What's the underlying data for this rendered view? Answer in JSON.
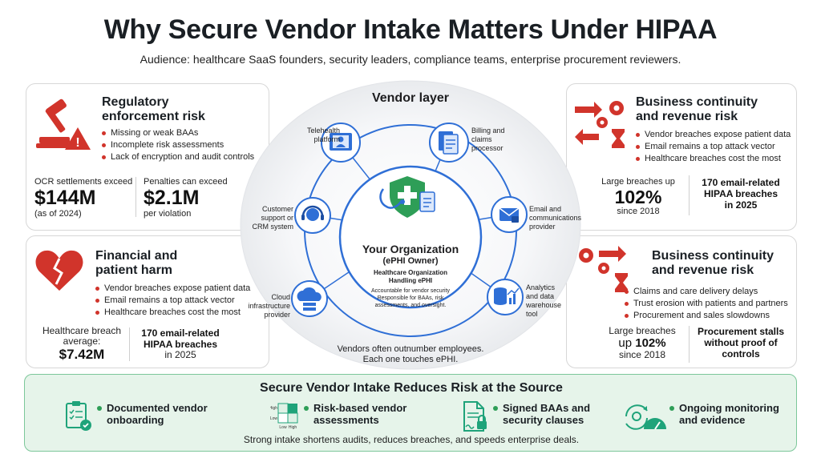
{
  "header": {
    "title": "Why Secure Vendor Intake Matters Under HIPAA",
    "subtitle": "Audience: healthcare SaaS founders, security leaders, compliance teams, enterprise procurement reviewers."
  },
  "regulatory": {
    "title_line1": "Regulatory",
    "title_line2": "enforcement risk",
    "bullets": [
      "Missing or weak BAAs",
      "Incomplete risk assessments",
      "Lack of encryption and audit controls"
    ],
    "stat1": {
      "label": "OCR settlements exceed",
      "value": "$144M",
      "note": "(as of 2024)"
    },
    "stat2": {
      "label": "Penalties can exceed",
      "value": "$2.1M",
      "note": "per violation"
    }
  },
  "financial": {
    "title_line1": "Financial and",
    "title_line2": "patient harm",
    "bullets": [
      "Vendor breaches expose patient data",
      "Email remains a top attack vector",
      "Healthcare breaches cost the most"
    ],
    "stat1": {
      "label_line1": "Healthcare breach",
      "label_line2": "average:",
      "value": "$7.42M"
    },
    "stat2": {
      "line1": "170 email-related",
      "line2": "HIPAA breaches",
      "line3": "in 2025"
    }
  },
  "business_top": {
    "title_line1": "Business continuity",
    "title_line2": "and revenue risk",
    "bullets": [
      "Vendor breaches expose patient data",
      "Email remains a top attack vector",
      "Healthcare breaches cost the most"
    ],
    "stat1": {
      "label": "Large breaches up",
      "value": "102%",
      "note": "since 2018"
    },
    "stat2": {
      "line1": "170 email-related",
      "line2": "HIPAA breaches",
      "line3": "in 2025"
    }
  },
  "business_bottom": {
    "title_line1": "Business continuity",
    "title_line2": "and revenue risk",
    "bullets": [
      "Claims and care delivery delays",
      "Trust erosion with patients and partners",
      "Procurement and sales slowdowns"
    ],
    "stat1": {
      "label": "Large breaches",
      "value_prefix": "up",
      "value": "102%",
      "note": "since 2018"
    },
    "stat2": {
      "line1": "Procurement stalls",
      "line2": "without proof of",
      "line3": "controls"
    }
  },
  "center": {
    "layer_title": "Vendor layer",
    "org_title": "Your Organization",
    "org_sub": "(ePHI Owner)",
    "org_line1": "Healthcare Organization",
    "org_line2": "Handling ePHI",
    "org_desc1": "Accountable for vendor security",
    "org_desc2": "Responsible for BAAs, risk",
    "org_desc3": "assessments, and oversight.",
    "footer_line1": "Vendors often outnumber employees.",
    "footer_line2": "Each one touches ePHI.",
    "vendors": [
      {
        "icon": "telehealth-icon",
        "line1": "Telehealth",
        "line2": "platform"
      },
      {
        "icon": "billing-icon",
        "line1": "Billing and",
        "line2": "claims",
        "line3": "processor"
      },
      {
        "icon": "email-icon",
        "line1": "Email and",
        "line2": "communications",
        "line3": "provider"
      },
      {
        "icon": "analytics-icon",
        "line1": "Analytics",
        "line2": "and data",
        "line3": "warehouse",
        "line4": "tool"
      },
      {
        "icon": "cloud-icon",
        "line1": "Cloud",
        "line2": "infrastructure",
        "line3": "provider"
      },
      {
        "icon": "headset-icon",
        "line1": "Customer",
        "line2": "support or",
        "line3": "CRM system"
      }
    ]
  },
  "bottom": {
    "title": "Secure Vendor Intake Reduces Risk at the Source",
    "items": [
      {
        "icon": "checklist-icon",
        "line1": "Documented vendor",
        "line2": "onboarding"
      },
      {
        "icon": "risk-matrix-icon",
        "line1": "Risk-based vendor",
        "line2": "assessments",
        "matrix_low": "Low",
        "matrix_high": "High"
      },
      {
        "icon": "signed-document-icon",
        "line1": "Signed BAAs and",
        "line2": "security clauses"
      },
      {
        "icon": "monitoring-gauge-icon",
        "line1": "Ongoing monitoring",
        "line2": "and evidence"
      }
    ],
    "footer": "Strong intake shortens audits, reduces breaches, and speeds enterprise deals."
  },
  "colors": {
    "red": "#d1342b",
    "blue": "#2f6fd6",
    "green": "#2e9e57",
    "teal": "#1fa37a"
  }
}
